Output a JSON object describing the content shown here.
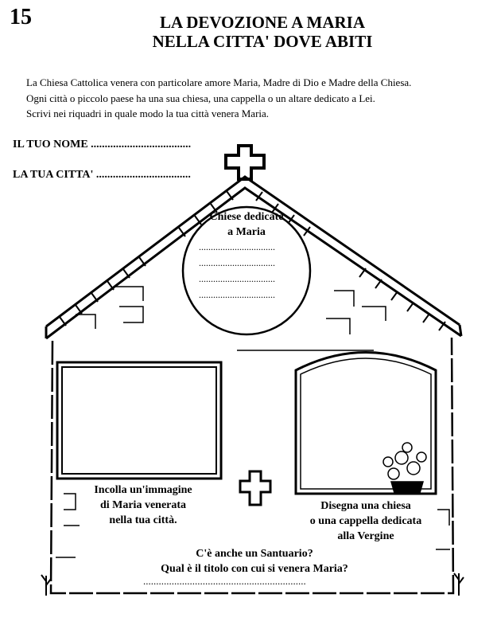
{
  "page_number": "15",
  "title": {
    "line1": "LA DEVOZIONE A MARIA",
    "line2": "NELLA CITTA' DOVE ABITI"
  },
  "intro": [
    "La Chiesa Cattolica venera con particolare amore Maria, Madre di Dio e Madre della Chiesa.",
    "Ogni città o piccolo paese ha una sua chiesa, una cappella o un altare dedicato a Lei.",
    "Scrivi nei riquadri in quale modo la tua città venera Maria."
  ],
  "fields": {
    "name": "IL TUO NOME ....................................",
    "city": "LA TUA CITTA' .................................."
  },
  "circle": {
    "line1": "Chiese dedicate",
    "line2": "a Maria",
    "dots": "................................"
  },
  "left_box": {
    "line1": "Incolla un'immagine",
    "line2": "di Maria venerata",
    "line3": "nella tua città."
  },
  "right_box": {
    "line1": "Disegna una chiesa",
    "line2": "o una cappella dedicata",
    "line3": "alla Vergine"
  },
  "bottom": {
    "line1": "C'è anche un Santuario?",
    "line2": "Qual è il titolo con cui si venera Maria?",
    "dots": "..............................................................."
  }
}
